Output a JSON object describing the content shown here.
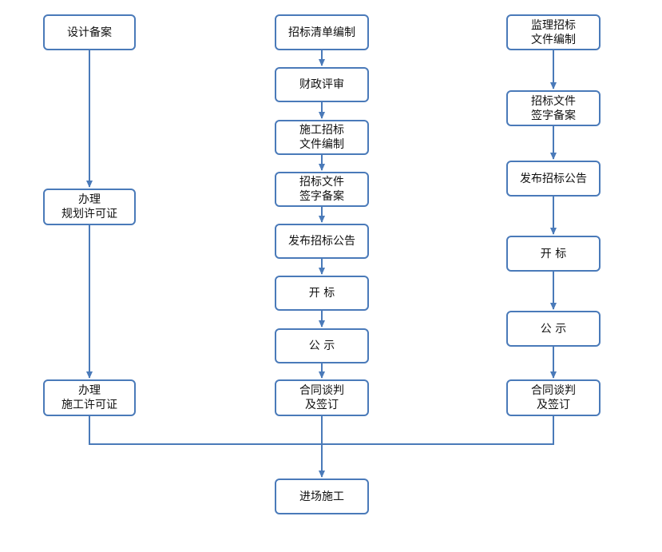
{
  "colors": {
    "stroke": "#4a7ab9",
    "text": "#111111",
    "background": "#ffffff"
  },
  "boxes": {
    "left_design": "设计备案",
    "left_planning": "办理\n规划许可证",
    "left_construction": "办理\n施工许可证",
    "mid_bill": "招标清单编制",
    "mid_finance": "财政评审",
    "mid_tender_doc": "施工招标\n文件编制",
    "mid_sign_record": "招标文件\n签字备案",
    "mid_publish": "发布招标公告",
    "mid_open": "开  标",
    "mid_publicity": "公  示",
    "mid_contract": "合同谈判\n及签订",
    "bottom_start": "进场施工",
    "right_supervision_doc": "监理招标\n文件编制",
    "right_sign_record": "招标文件\n签字备案",
    "right_publish": "发布招标公告",
    "right_open": "开  标",
    "right_publicity": "公  示",
    "right_contract": "合同谈判\n及签订"
  }
}
